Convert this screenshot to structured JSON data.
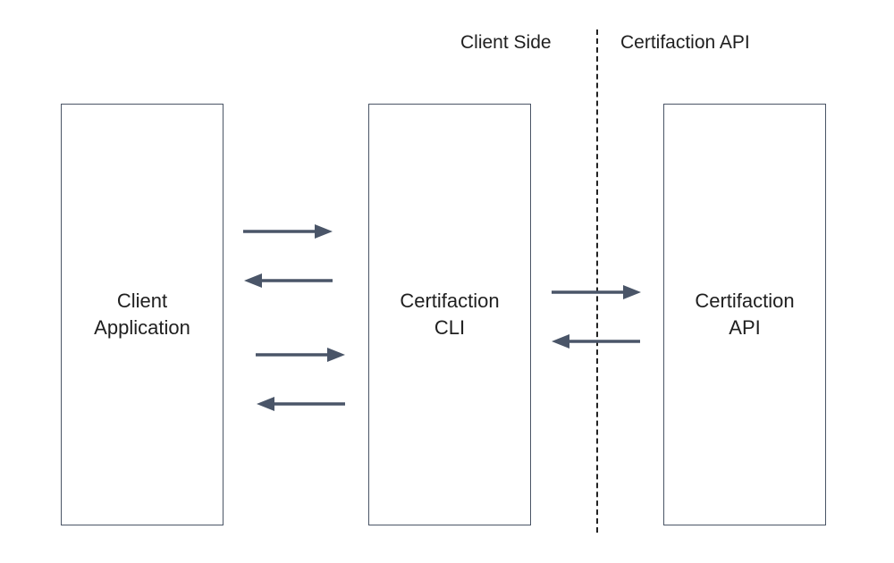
{
  "zones": {
    "left_label": "Client Side",
    "right_label": "Certifaction API"
  },
  "boxes": {
    "client": {
      "line1": "Client",
      "line2": "Application"
    },
    "cli": {
      "line1": "Certifaction",
      "line2": "CLI"
    },
    "api": {
      "line1": "Certifaction",
      "line2": "API"
    }
  },
  "colors": {
    "arrow": "#4a5568",
    "box_border": "#4a5566",
    "divider": "#222222"
  }
}
